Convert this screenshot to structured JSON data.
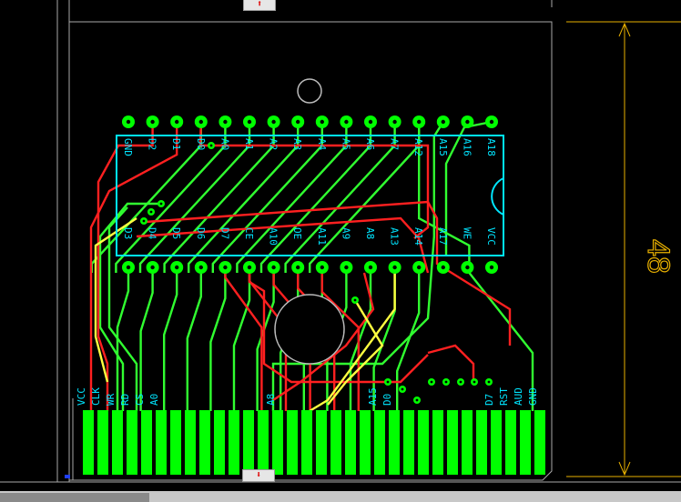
{
  "board": {
    "dimension_label": "48",
    "chip_top_labels": [
      "GND",
      "D2",
      "D1",
      "D0",
      "A0",
      "A1",
      "A2",
      "A3",
      "A4",
      "A5",
      "A6",
      "A7",
      "A12",
      "A15",
      "A16",
      "A18"
    ],
    "chip_bottom_labels": [
      "D3",
      "D4",
      "D5",
      "D6",
      "D7",
      "CE",
      "A10",
      "OE",
      "A11",
      "A9",
      "A8",
      "A13",
      "A14",
      "A17",
      "WE",
      "VCC"
    ],
    "edge_labels_left": [
      "VCC",
      "CLK",
      "WR",
      "RD",
      "CS",
      "A0"
    ],
    "edge_labels_mid": [
      "A8",
      "A15",
      "D0"
    ],
    "edge_labels_right": [
      "D7",
      "RST",
      "AUD",
      "GND"
    ],
    "markers": {
      "top": "⬆",
      "bottom": "⬇"
    },
    "colors": {
      "pad": "#00ff00",
      "trace_top": "#ff2020",
      "trace_bottom": "#30ff30",
      "trace_yellow": "#ffff40",
      "silkscreen": "#00e5ff",
      "outline": "#b0b0b0",
      "dimension": "#e8b000"
    }
  }
}
